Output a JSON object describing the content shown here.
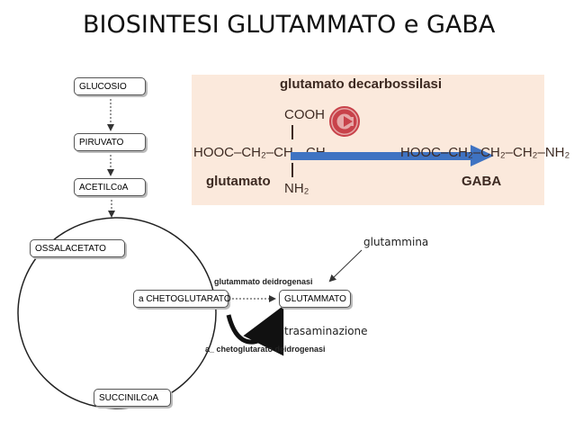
{
  "title": "BIOSINTESI GLUTAMMATO e GABA",
  "pathway": {
    "glucosio": "GLUCOSIO",
    "piruvato": "PIRUVATO",
    "acetilcoa": "ACETILCoA",
    "ossalacetato": "OSSALACETATO",
    "chetoglutarato": "a CHETOGLUTARATO",
    "glutammato": "GLUTAMMATO",
    "succinilcoa": "SUCCINILCoA"
  },
  "enzymes": {
    "glutammato_deidrogenasi": "glutammato deidrogenasi",
    "chetoglutarato_deidrogenasi": "a_ chetoglutarato deidrogenasi"
  },
  "labels": {
    "glutammina": "glutammina",
    "trasaminazione": "trasaminazione"
  },
  "reaction": {
    "enzyme": "glutamato decarbossilasi",
    "substrate_formula": "HOOC–CH₂–CH₂–CH",
    "cooh": "COOH",
    "nh2": "NH₂",
    "substrate_name": "glutamato",
    "product_formula": "HOOC–CH₂–CH₂–CH₂–NH₂",
    "product_name": "GABA"
  },
  "colors": {
    "panel_bg": "#fbe9dc",
    "arrow_blue": "#3f73c2",
    "enzyme_icon": "#c8424a"
  }
}
